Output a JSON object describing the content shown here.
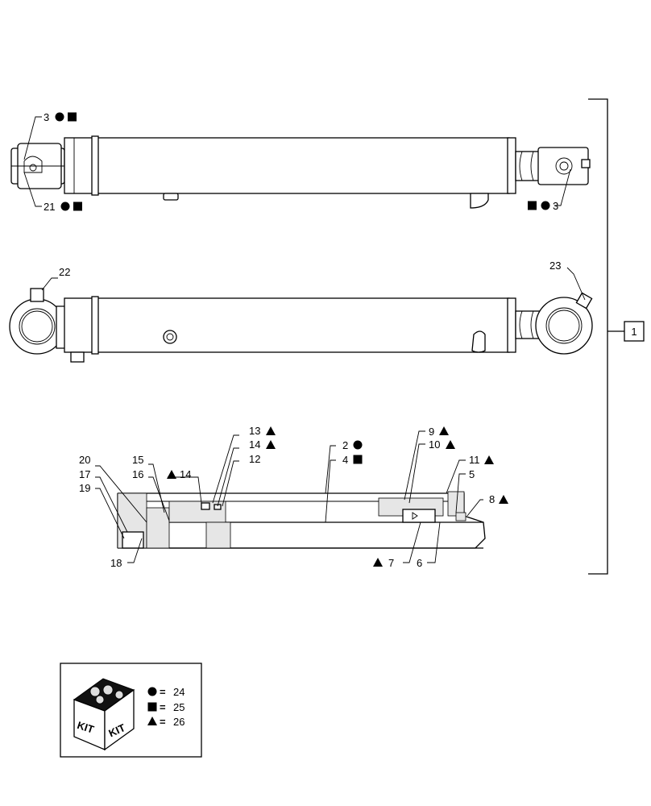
{
  "callouts": {
    "top_left_1": "3",
    "top_left_2": "21",
    "top_right": "3",
    "mid_left": "22",
    "mid_right": "23",
    "assembly": "1",
    "c13": "13",
    "c14a": "14",
    "c12": "12",
    "c14b": "14",
    "c2": "2",
    "c4": "4",
    "c9": "9",
    "c10": "10",
    "c11": "11",
    "c5": "5",
    "c8": "8",
    "c20": "20",
    "c17": "17",
    "c19": "19",
    "c15": "15",
    "c16": "16",
    "c18": "18",
    "c7": "7",
    "c6": "6"
  },
  "legend": {
    "kit_word_1": "KIT",
    "kit_word_2": "KIT",
    "eq": "=",
    "circle_ref": "24",
    "square_ref": "25",
    "triangle_ref": "26"
  },
  "symbols": {
    "circle": "filled-circle",
    "square": "filled-square",
    "triangle": "filled-triangle"
  }
}
